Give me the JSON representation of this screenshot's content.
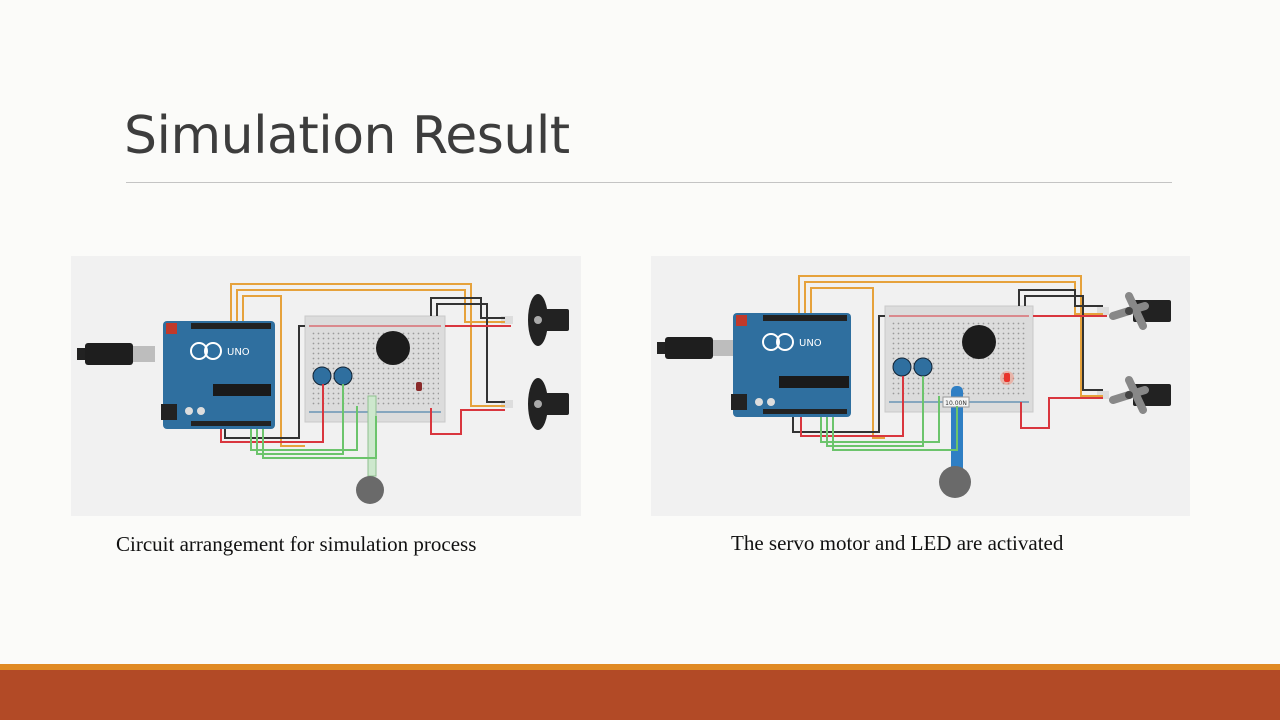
{
  "slide": {
    "title": "Simulation Result"
  },
  "figures": [
    {
      "caption": "Circuit arrangement for simulation process",
      "board_label": "UNO",
      "state": "idle"
    },
    {
      "caption": "The servo motor and LED are activated",
      "board_label": "UNO",
      "state": "activated",
      "sensor_readout": "10.00N"
    }
  ],
  "colors": {
    "accent_bar": "#b24a26",
    "accent_line": "#e08a24",
    "board": "#2f6f9f",
    "wire_orange": "#e6a23c",
    "wire_red": "#d9363e",
    "wire_green": "#6cc46c",
    "wire_black": "#333333"
  },
  "icons": [
    "usb-cable-icon",
    "arduino-board-icon",
    "breadboard-icon",
    "buzzer-icon",
    "potentiometer-icon",
    "led-icon",
    "servo-icon",
    "force-sensor-icon"
  ]
}
